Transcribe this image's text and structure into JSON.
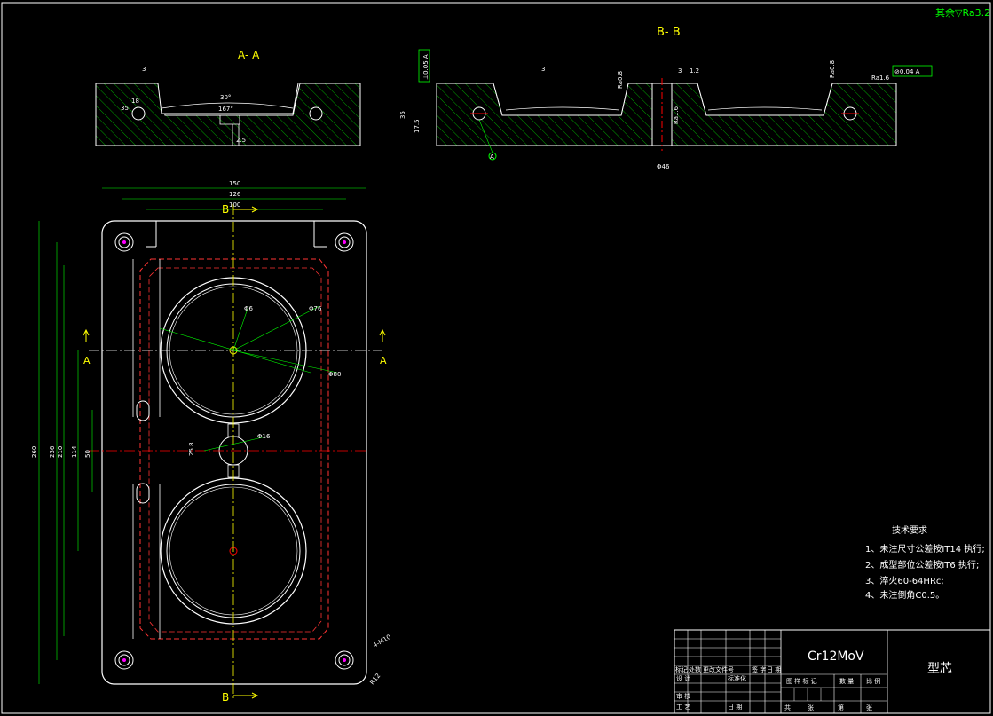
{
  "colors": {
    "background": "#000000",
    "outline": "#ffffff",
    "hatch": "#00cc00",
    "center_line": "#ff0000",
    "hidden_line": "#ff3333",
    "label": "#ffff00",
    "dimension": "#00ff00",
    "bolt_marker": "#ff00ff"
  },
  "views": {
    "section_aa": {
      "label": "A- A"
    },
    "section_bb": {
      "label": "B- B"
    },
    "plan_markers": {
      "a_left": "A",
      "a_right": "A",
      "b_top": "B",
      "b_bottom": "B"
    }
  },
  "roughness_note": "其余▽Ra3.2",
  "dimensions": {
    "aa_3": "3",
    "aa_angle30": "30°",
    "aa_angle167": "167°",
    "aa_35": "35",
    "aa_18": "18",
    "aa_25": "2.5",
    "bb_ra08_1": "Ra0.8",
    "bb_ra08_2": "Ra0.8",
    "bb_ra16_1": "Ra1.6",
    "bb_ra16_2": "Ra1.6",
    "bb_phi46": "Φ46",
    "bb_3": "3",
    "bb_12": "1.2",
    "bb_35": "35",
    "bb_175": "17.5",
    "bb_tol_left": "⊥0.05 A",
    "bb_tol_right": "⊘0.04 A",
    "bb_datum": "A",
    "width_150": "150",
    "width_126": "126",
    "width_100": "100",
    "height_260": "260",
    "height_236": "236",
    "height_210": "210",
    "height_114": "114",
    "height_50": "50",
    "circle_phi6": "Φ6",
    "circle_phi76": "Φ76",
    "circle_phi80": "Φ80",
    "circle_phi16": "Φ16",
    "circle_258": "25.8",
    "bolt_4xm10": "4-M10",
    "corner_r12": "R12"
  },
  "tech_requirements": {
    "title": "技术要求",
    "items": [
      "1、未注尺寸公差按IT14 执行;",
      "2、成型部位公差按IT6 执行;",
      "3、淬火60-64HRc;",
      "4、未注倒角C0.5。"
    ]
  },
  "title_block": {
    "material": "Cr12MoV",
    "part_name": "型芯",
    "header_row": [
      "标记",
      "处数",
      "更改文件号",
      "签 字",
      "日 期"
    ],
    "rows": [
      [
        "设 计",
        "",
        "标准化",
        ""
      ],
      [
        "审 核",
        "",
        "",
        ""
      ],
      [
        "工 艺",
        "",
        "日 期",
        ""
      ]
    ],
    "stage_headers": [
      "图 样 标 记",
      "数 量",
      "比 例"
    ],
    "sheet_labels": [
      "共",
      "张",
      "第",
      "张"
    ]
  }
}
